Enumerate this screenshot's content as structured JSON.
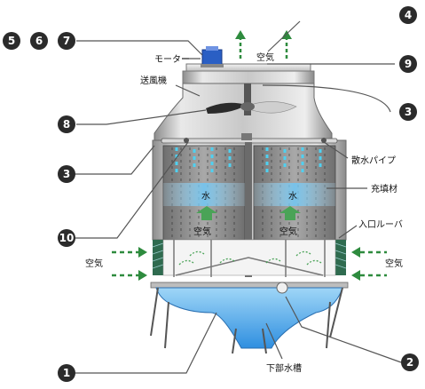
{
  "labels": {
    "motor": "モーター",
    "fan": "送風機",
    "air_top": "空気",
    "spray_pipe": "散水パイプ",
    "fill": "充填材",
    "water_left": "水",
    "water_right": "水",
    "air_in_left": "空気",
    "air_in_right": "空気",
    "louver": "入口ルーバ",
    "air_side_left": "空気",
    "air_side_right": "空気",
    "basin": "下部水槽"
  },
  "markers": [
    "1",
    "2",
    "3",
    "3",
    "4",
    "5",
    "6",
    "7",
    "8",
    "9",
    "10"
  ],
  "colors": {
    "marker": "#2b2b2b",
    "air_arrow": "#2e8b3e",
    "water": "#7ec8f0",
    "basin_water": "#3aa0e8",
    "louver": "#2f6b4f",
    "motor": "#2a5fc4"
  }
}
